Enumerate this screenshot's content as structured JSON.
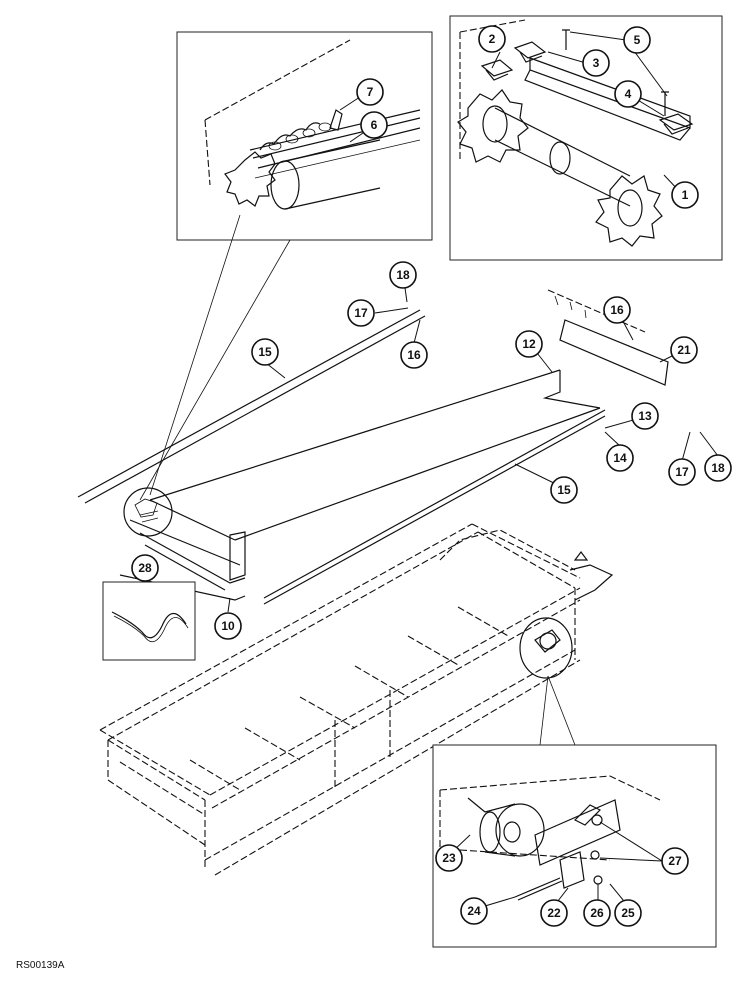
{
  "figure_code": "RS00139A",
  "callouts": [
    "1",
    "2",
    "3",
    "4",
    "5",
    "6",
    "7",
    "10",
    "12",
    "13",
    "14",
    "15",
    "15",
    "16",
    "16",
    "17",
    "17",
    "18",
    "18",
    "21",
    "22",
    "23",
    "24",
    "25",
    "26",
    "27",
    "28"
  ]
}
